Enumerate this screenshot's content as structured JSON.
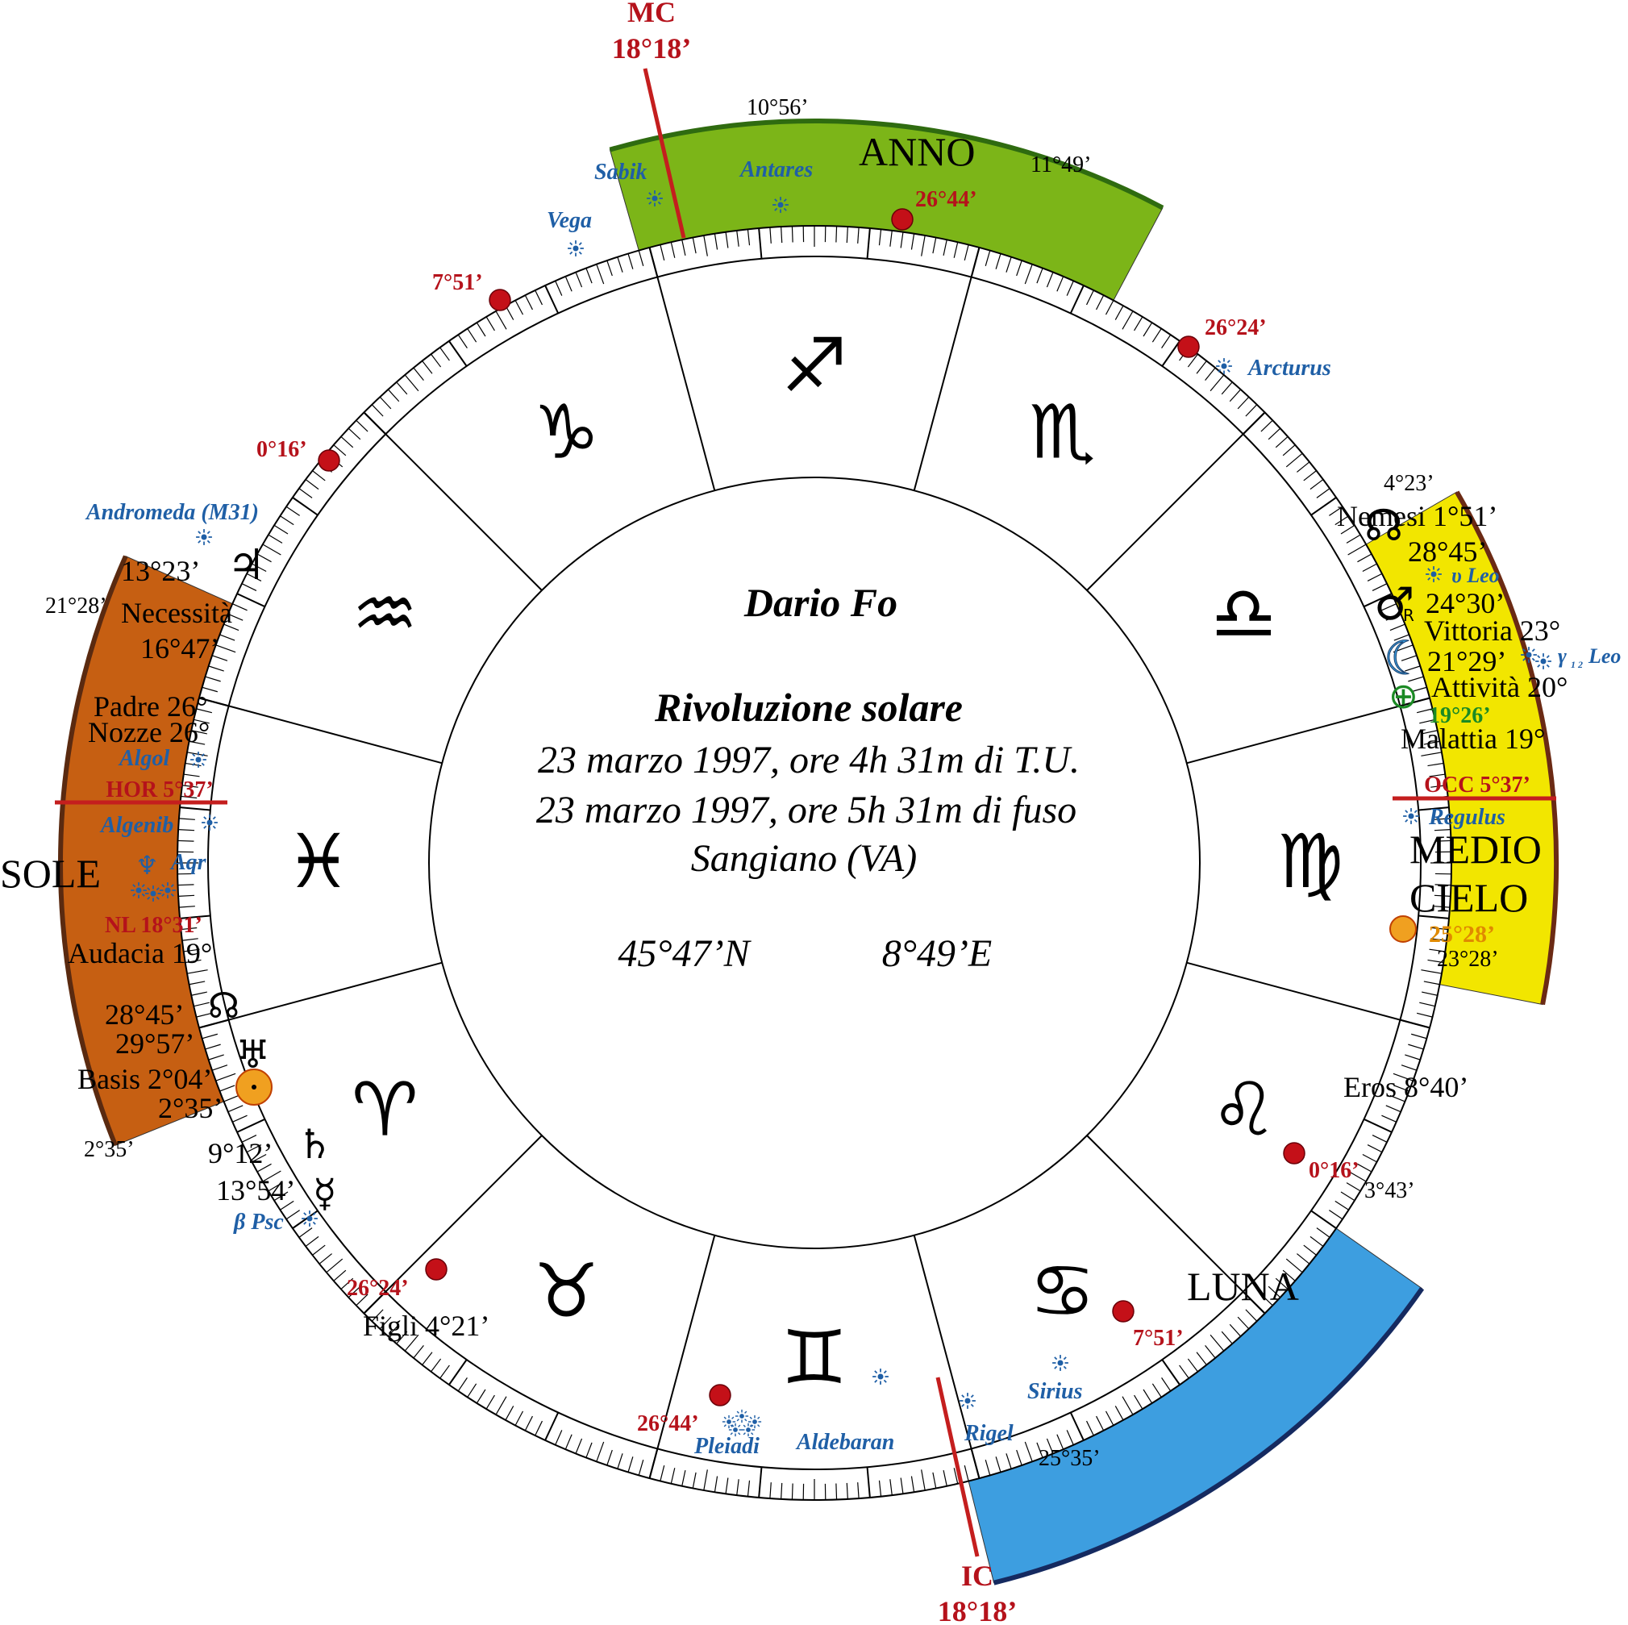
{
  "center": {
    "name": "Dario Fo",
    "subtitle": "Rivoluzione solare",
    "line1": "23 marzo 1997, ore 4h 31m di T.U.",
    "line2": "23 marzo 1997, ore 5h 31m di fuso",
    "place": "Sangiano (VA)",
    "lat": "45°47’N",
    "lon": "8°49’E"
  },
  "axes": {
    "mc": {
      "label": "MC",
      "degree": "18°18’"
    },
    "ic": {
      "label": "IC",
      "degree": "18°18’"
    },
    "hor": "HOR 5°37’",
    "occ": "OCC 5°37’"
  },
  "signs": [
    {
      "name": "Sagittarius",
      "glyph": "♐"
    },
    {
      "name": "Scorpio",
      "glyph": "♏"
    },
    {
      "name": "Libra",
      "glyph": "♎"
    },
    {
      "name": "Virgo",
      "glyph": "♍"
    },
    {
      "name": "Leo",
      "glyph": "♌"
    },
    {
      "name": "Cancer",
      "glyph": "♋"
    },
    {
      "name": "Gemini",
      "glyph": "♊"
    },
    {
      "name": "Taurus",
      "glyph": "♉"
    },
    {
      "name": "Aries",
      "glyph": "♈"
    },
    {
      "name": "Pisces",
      "glyph": "♓"
    },
    {
      "name": "Aquarius",
      "glyph": "♒"
    },
    {
      "name": "Capricorn",
      "glyph": "♑"
    }
  ],
  "sectors": {
    "anno": {
      "label": "ANNO",
      "start": "10°56’",
      "end": "11°49’",
      "color": "#7cb518"
    },
    "medio_cielo": {
      "label_1": "MEDIO",
      "label_2": "CIELO",
      "start": "4°23’",
      "end": "23°28’",
      "color": "#f2e600"
    },
    "luna": {
      "label": "LUNA",
      "start": "3°43’",
      "end": "25°35’",
      "color": "#3d9ee0"
    },
    "sole": {
      "label": "SOLE",
      "start": "21°28’",
      "end": "2°35’",
      "color": "#c65f12"
    }
  },
  "red_points": [
    {
      "label": "26°44’",
      "pos": "top"
    },
    {
      "label": "7°51’",
      "pos": "upper-left"
    },
    {
      "label": "26°24’",
      "pos": "upper-right"
    },
    {
      "label": "0°16’",
      "pos": "left"
    },
    {
      "label": "0°16’",
      "pos": "lower-right"
    },
    {
      "label": "7°51’",
      "pos": "bottom-right"
    },
    {
      "label": "26°24’",
      "pos": "lower-left"
    },
    {
      "label": "26°44’",
      "pos": "bottom"
    }
  ],
  "fixed_stars": [
    "Sabik",
    "Vega",
    "Antares",
    "Arcturus",
    "Andromeda (M31)",
    "Algol",
    "Algenib",
    "Regulus",
    "Sirius",
    "Rigel",
    "Aldebaran",
    "Pleiadi"
  ],
  "star_tags": {
    "upsilon_leo": "υ Leo",
    "gamma_leo": "γ",
    "gamma_sub": "1 2",
    "gamma_leo_name": "Leo",
    "psi_aqr": "Aqr",
    "beta_psc": "β Psc"
  },
  "right_labels": {
    "nemesi": "Nemesi 1°51’",
    "node": "28°45’",
    "mars": "24°30’",
    "vittoria": "Vittoria 23°",
    "moon": "21°29’",
    "attivita": "Attività 20°",
    "fortune": "19°26’",
    "malattia": "Malattia 19°",
    "sun_return": "25°28’",
    "eros": "Eros 8°40’"
  },
  "left_labels": {
    "jupiter": "13°23’",
    "necessita": "Necessità",
    "necessita_deg": "16°47’",
    "padre": "Padre 26°",
    "nozze": "Nozze 26°",
    "nl": "NL 18°31’",
    "audacia": "Audacia 19°",
    "node_s": "28°45’",
    "uranus": "29°57’",
    "basis": "Basis 2°04’",
    "sun": "2°35’",
    "saturn": "9°12’",
    "mercury": "13°54’",
    "figli": "Figli 4°21’"
  },
  "planet_glyphs": {
    "jupiter": "♃",
    "node": "☊",
    "mars": "♂",
    "mars_r": "R",
    "moon": "☾",
    "fortune": "⊕",
    "saturn": "♄",
    "mercury": "☿",
    "sun": "☉",
    "uranus": "♅",
    "neptune": "♆"
  },
  "colors": {
    "red": "#b5121b",
    "star_blue": "#1f5fa6",
    "anno": "#7cb518",
    "medio": "#f2e600",
    "luna": "#3d9ee0",
    "sole": "#c65f12"
  }
}
